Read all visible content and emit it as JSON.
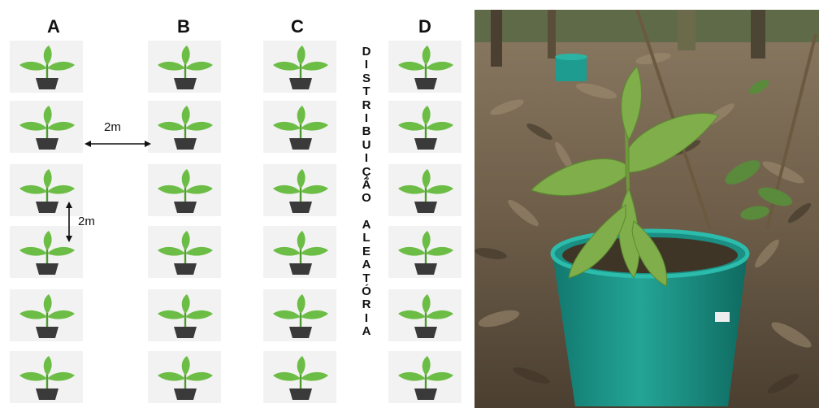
{
  "columns": [
    {
      "label": "A"
    },
    {
      "label": "B"
    },
    {
      "label": "C"
    },
    {
      "label": "D"
    }
  ],
  "plants_per_column": 6,
  "vertical_text": "DISTRIBUIÇÃO ALEATÓRIA",
  "spacing_labels": {
    "horizontal": "2m",
    "vertical": "2m"
  },
  "colors": {
    "leaf": "#6cbd45",
    "leaf_dark": "#4e9a2f",
    "pot": "#3a3a3a",
    "tile_bg": "#f2f2f2",
    "bucket": "#1e9c8f"
  }
}
